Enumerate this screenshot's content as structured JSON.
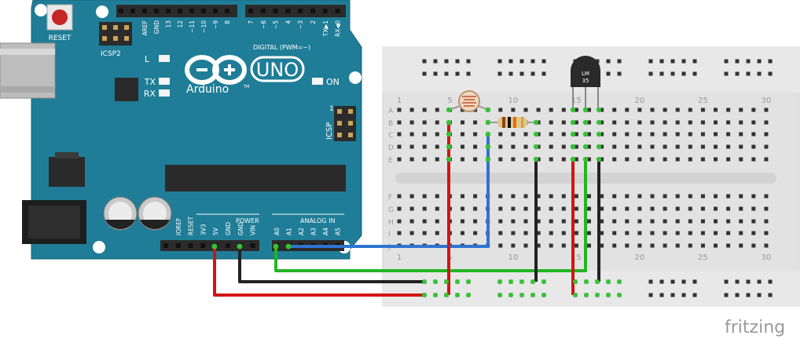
{
  "arduino": {
    "board_color": "#1f7d97",
    "reset_label": "RESET",
    "icsp2_label": "ICSP2",
    "icsp_label": "ICSP",
    "led_l": "L",
    "led_tx": "TX",
    "led_rx": "RX",
    "on_label": "ON",
    "uno_label": "UNO",
    "arduino_label": "Arduino",
    "tm": "TM",
    "digital_label": "DIGITAL (PWM=~)",
    "power_label": "POWER",
    "analog_label": "ANALOG IN",
    "icsp_pin1": "1",
    "digital_pins": [
      "AREF",
      "GND",
      "13",
      "12",
      "~11",
      "~10",
      "~9",
      "8",
      "7",
      "~6",
      "~5",
      "4",
      "~3",
      "2",
      "TX▶1",
      "RX◀0"
    ],
    "power_pins": [
      "IOREF",
      "RESET",
      "3V3",
      "5V",
      "GND",
      "GND",
      "VIN"
    ],
    "analog_pins": [
      "A0",
      "A1",
      "A2",
      "A3",
      "A4",
      "A5"
    ]
  },
  "breadboard": {
    "color": "#e6e6e6",
    "col_numbers": [
      "1",
      "5",
      "10",
      "15",
      "20",
      "25",
      "30"
    ],
    "row_letters_top": [
      "A",
      "B",
      "C",
      "D",
      "E"
    ],
    "row_letters_bottom": [
      "F",
      "G",
      "H",
      "I",
      "J"
    ]
  },
  "sensor": {
    "line1": "LM",
    "line2": "35"
  },
  "wire_colors": {
    "red": "#d21414",
    "black": "#222222",
    "green": "#23b523",
    "blue": "#2e74d2"
  },
  "brand": "fritzing"
}
